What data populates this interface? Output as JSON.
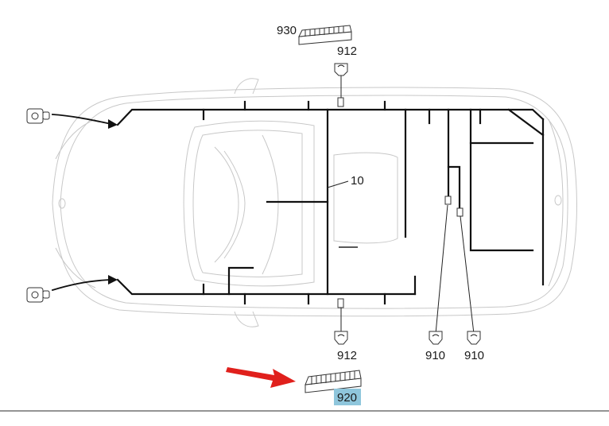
{
  "labels": {
    "harness_main": "10",
    "connector_top": "912",
    "connector_bottom": "912",
    "connector_right_a": "910",
    "connector_right_b": "910",
    "block_top": "930",
    "block_bottom": "920"
  },
  "colors": {
    "highlight": "#8fc6dc",
    "arrow": "#e0201c",
    "harness": "#111111",
    "body_outline": "#c8c8c8",
    "bottom_rule": "#555555"
  },
  "icons": [
    "sensor-icon",
    "sensor-icon",
    "connector-icon",
    "connector-icon",
    "connector-icon",
    "connector-icon",
    "block-connector-icon",
    "block-connector-icon",
    "red-arrow-icon"
  ]
}
